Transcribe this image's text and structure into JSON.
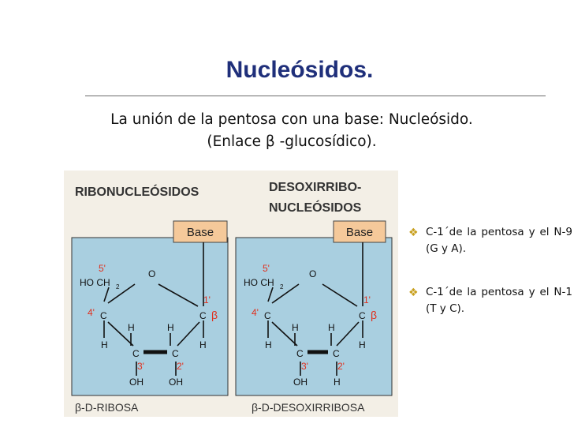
{
  "title": "Nucleósidos.",
  "subtitle": {
    "line1": "La unión de la pentosa con una base: Nucleósido.",
    "line2": "(Enlace  β -glucosídico)."
  },
  "figure": {
    "left_panel": {
      "heading": "RIBONUCLEÓSIDOS",
      "base_label": "Base",
      "caption": "β-D-RIBOSA",
      "atoms": {
        "c5": "5'",
        "hoch2": "HO CH",
        "sub2": "2",
        "o": "O",
        "c4": "4'",
        "c1": "1'",
        "c3": "3'",
        "c2": "2'",
        "c": "C",
        "h": "H",
        "oh": "OH",
        "beta": "β"
      }
    },
    "right_panel": {
      "heading_line1": "DESOXIRRIBO-",
      "heading_line2": "NUCLEÓSIDOS",
      "base_label": "Base",
      "caption": "β-D-DESOXIRRIBOSA",
      "atoms": {
        "c5": "5'",
        "hoch2": "HO CH",
        "sub2": "2",
        "o": "O",
        "c4": "4'",
        "c1": "1'",
        "c3": "3'",
        "c2": "2'",
        "c": "C",
        "h": "H",
        "oh": "OH",
        "beta": "β"
      }
    },
    "colors": {
      "panel_fill": "#a9cfe0",
      "base_box": "#f5c99a",
      "accent": "#e0301e"
    }
  },
  "bullets": [
    {
      "icon": "diamond-bullet-icon",
      "text": "C-1´de la pentosa y el N-9 (G y A)."
    },
    {
      "icon": "diamond-bullet-icon",
      "text": "C-1´de la pentosa y el N-1 (T y C)."
    }
  ]
}
